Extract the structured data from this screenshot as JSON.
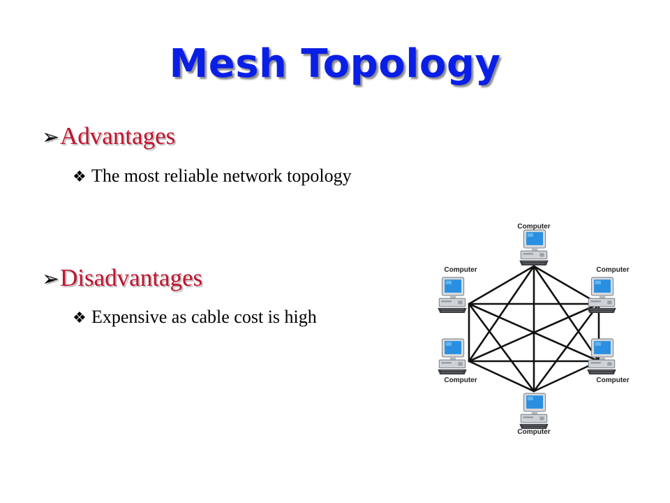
{
  "slide": {
    "title": "Mesh Topology"
  },
  "sections": [
    {
      "heading": "Advantages",
      "points": [
        "The most reliable network topology"
      ]
    },
    {
      "heading": "Disadvantages",
      "points": [
        "Expensive as cable cost is high"
      ]
    }
  ],
  "diagram": {
    "nodes": [
      {
        "id": "top",
        "label": "Computer"
      },
      {
        "id": "upper-right",
        "label": "Computer"
      },
      {
        "id": "lower-right",
        "label": "Computer"
      },
      {
        "id": "bottom",
        "label": "Computer"
      },
      {
        "id": "lower-left",
        "label": "Computer"
      },
      {
        "id": "upper-left",
        "label": "Computer"
      }
    ],
    "links": [
      [
        "top",
        "upper-right"
      ],
      [
        "top",
        "lower-right"
      ],
      [
        "top",
        "bottom"
      ],
      [
        "top",
        "lower-left"
      ],
      [
        "top",
        "upper-left"
      ],
      [
        "upper-right",
        "lower-right"
      ],
      [
        "upper-right",
        "bottom"
      ],
      [
        "upper-right",
        "lower-left"
      ],
      [
        "upper-right",
        "upper-left"
      ],
      [
        "lower-right",
        "bottom"
      ],
      [
        "lower-right",
        "lower-left"
      ],
      [
        "lower-right",
        "upper-left"
      ],
      [
        "bottom",
        "lower-left"
      ],
      [
        "bottom",
        "upper-left"
      ],
      [
        "lower-left",
        "upper-left"
      ]
    ]
  },
  "icons": {
    "heading_marker": "arrowhead-bullet-icon",
    "point_marker": "four-diamond-bullet-icon",
    "node": "desktop-computer-icon"
  },
  "colors": {
    "title": "#0a1fe6",
    "heading": "#c0142f",
    "text": "#000000",
    "monitor_screen": "#2a8fe0",
    "cable": "#111111"
  }
}
